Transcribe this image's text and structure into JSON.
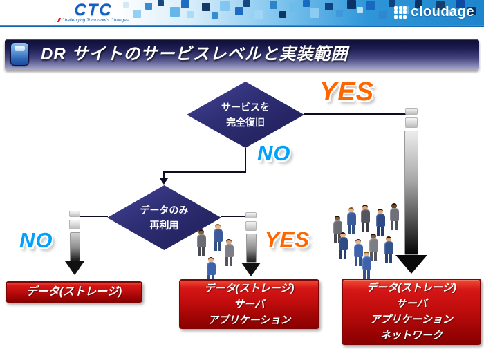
{
  "header": {
    "ctc_logo": "CTC",
    "ctc_tagline": "Challenging Tomorrow's Changes",
    "cloudage_logo": "cloudage"
  },
  "title": "DR サイトのサービスレベルと実装範囲",
  "flowchart": {
    "decision1": {
      "line1": "サービスを",
      "line2": "完全復旧"
    },
    "decision2": {
      "line1": "データのみ",
      "line2": "再利用"
    },
    "labels": {
      "yes_top": "YES",
      "no_mid": "NO",
      "no_left": "NO",
      "yes_mid": "YES"
    },
    "results": [
      {
        "lines": [
          "データ(ストレージ)"
        ]
      },
      {
        "lines": [
          "データ(ストレージ)",
          "サーバ",
          "アプリケーション"
        ]
      },
      {
        "lines": [
          "データ(ストレージ)",
          "サーバ",
          "アプリケーション",
          "ネットワーク"
        ]
      }
    ],
    "colors": {
      "yes_label": "#ff6600",
      "no_label": "#00a2ff",
      "decision_fill": "#2d2d72",
      "result_fill": "#c20d0d",
      "connector": "#0c0c24"
    }
  },
  "icons": {
    "cloudage_grid": "grid-icon",
    "title_bullet": "slide-bullet-icon",
    "down_arrows": "segmented-down-arrow-icon",
    "crowds": "business-people-group-icon"
  }
}
